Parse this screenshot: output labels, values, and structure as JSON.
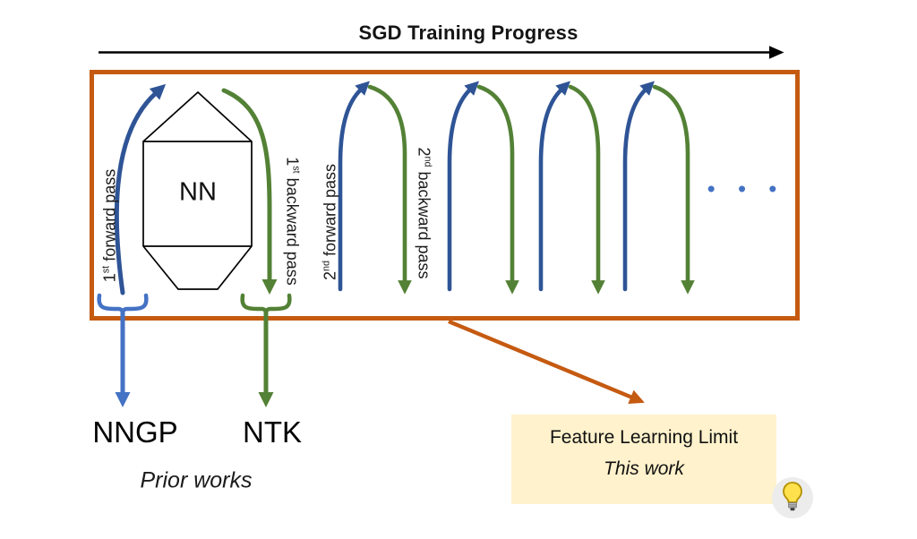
{
  "header": {
    "title": "SGD Training Progress"
  },
  "box": {
    "nn_label": "NN"
  },
  "pass_labels": {
    "fwd1": {
      "num": "1",
      "sup": "st",
      "rest": " forward pass"
    },
    "bwd1": {
      "num": "1",
      "sup": "st",
      "rest": " backward pass"
    },
    "fwd2": {
      "num": "2",
      "sup": "nd",
      "rest": " forward pass"
    },
    "bwd2": {
      "num": "2",
      "sup": "nd",
      "rest": " backward pass"
    }
  },
  "ellipsis": "• • •",
  "outputs": {
    "nngp": "NNGP",
    "ntk": "NTK",
    "prior_works": "Prior works"
  },
  "result": {
    "line1": "Feature Learning Limit",
    "line2": "This work"
  },
  "icons": {
    "bulb": "light-bulb"
  },
  "colors": {
    "forward_blue": "#2F5496",
    "backward_green": "#538135",
    "accent_blue": "#4472C4",
    "box_orange": "#C55A11",
    "highlight_yellow": "#FFF2CC",
    "ink": "#1B1B1B"
  }
}
